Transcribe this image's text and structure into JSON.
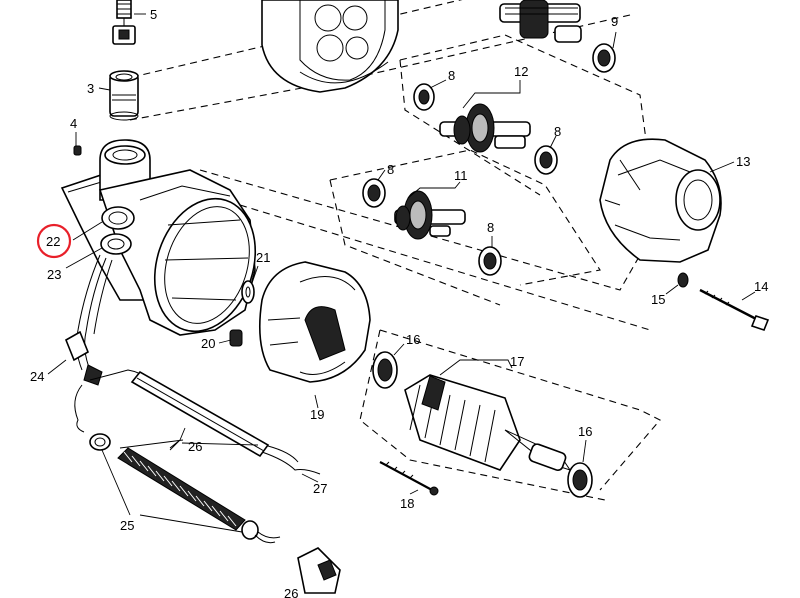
{
  "diagram": {
    "callouts": [
      {
        "id": "c5",
        "text": "5"
      },
      {
        "id": "c9",
        "text": "9"
      },
      {
        "id": "c3",
        "text": "3"
      },
      {
        "id": "c8a",
        "text": "8"
      },
      {
        "id": "c12",
        "text": "12"
      },
      {
        "id": "c4",
        "text": "4"
      },
      {
        "id": "c8b",
        "text": "8"
      },
      {
        "id": "c13",
        "text": "13"
      },
      {
        "id": "c8c",
        "text": "8"
      },
      {
        "id": "c11",
        "text": "11"
      },
      {
        "id": "c22",
        "text": "22"
      },
      {
        "id": "c8d",
        "text": "8"
      },
      {
        "id": "c23",
        "text": "23"
      },
      {
        "id": "c21",
        "text": "21"
      },
      {
        "id": "c15",
        "text": "15"
      },
      {
        "id": "c14",
        "text": "14"
      },
      {
        "id": "c20",
        "text": "20"
      },
      {
        "id": "c16a",
        "text": "16"
      },
      {
        "id": "c24",
        "text": "24"
      },
      {
        "id": "c17",
        "text": "17"
      },
      {
        "id": "c19",
        "text": "19"
      },
      {
        "id": "c26",
        "text": "26"
      },
      {
        "id": "c16b",
        "text": "16"
      },
      {
        "id": "c27",
        "text": "27"
      },
      {
        "id": "c18",
        "text": "18"
      },
      {
        "id": "c25",
        "text": "25"
      },
      {
        "id": "c_partial",
        "text": "26"
      }
    ],
    "highlight": {
      "callout": "22",
      "color": "#e8202a"
    }
  }
}
